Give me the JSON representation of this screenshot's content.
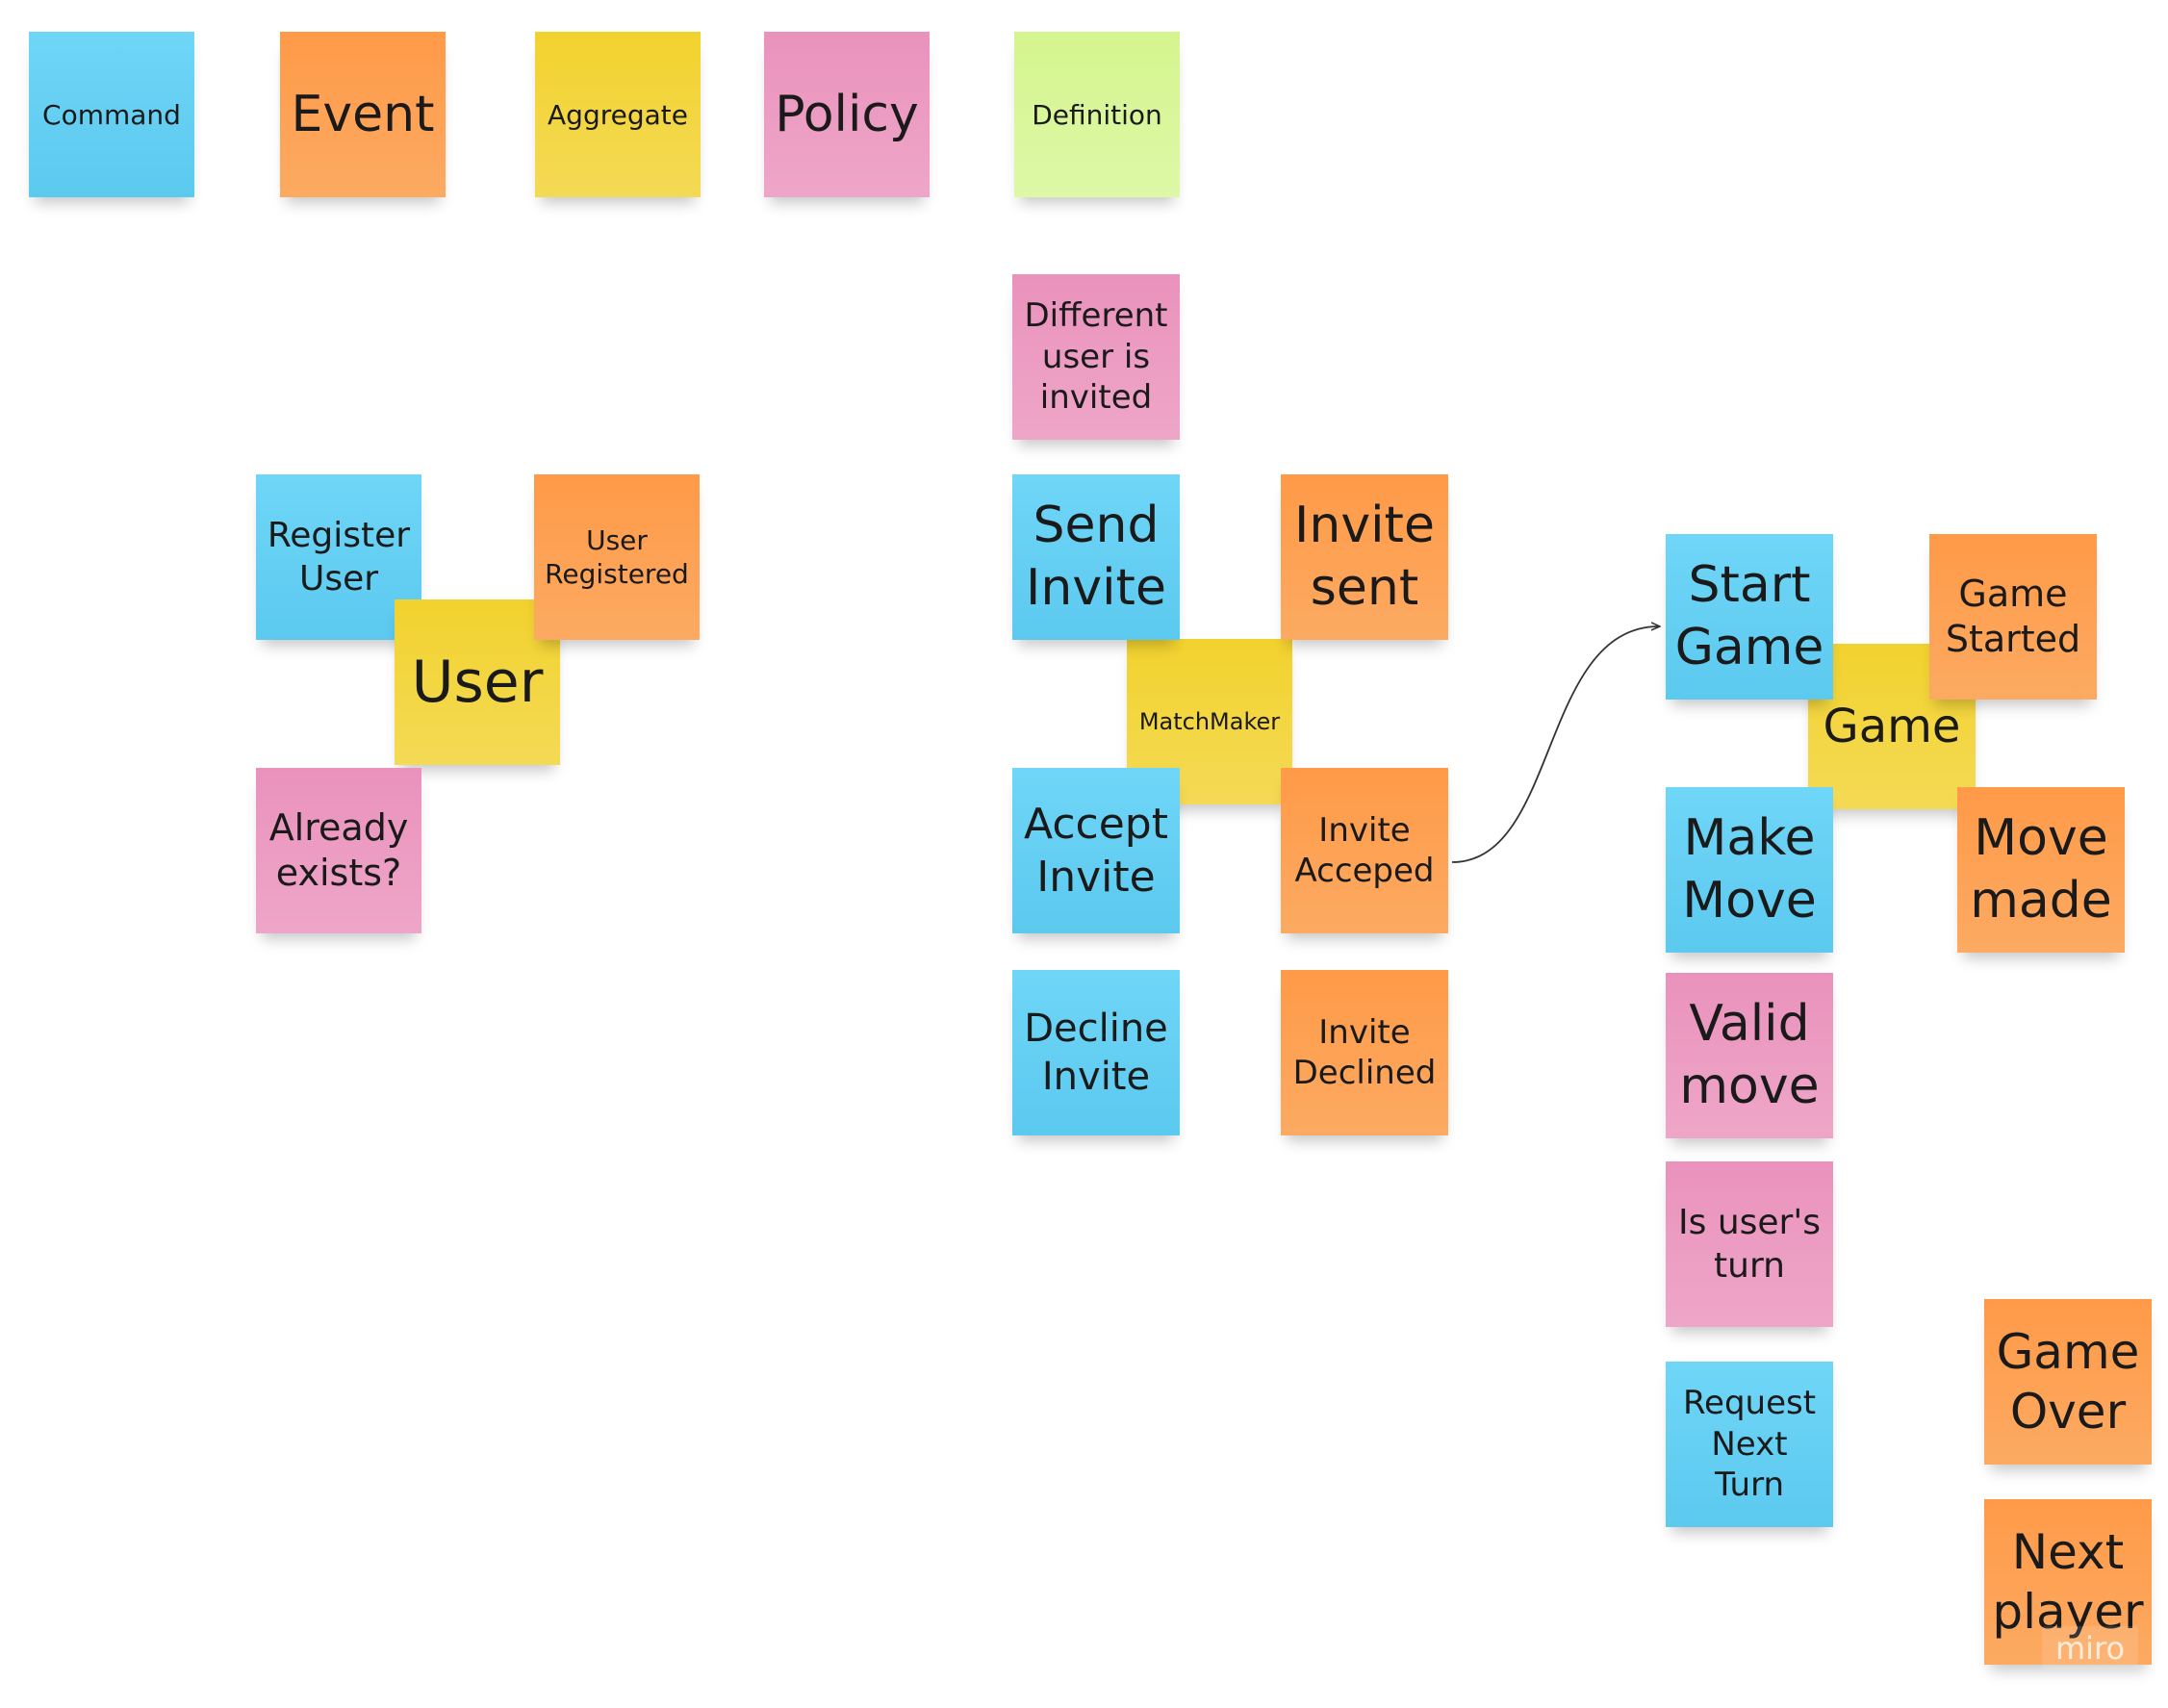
{
  "legend": {
    "command": "Command",
    "event": "Event",
    "aggregate": "Aggregate",
    "policy": "Policy",
    "definition": "Definition"
  },
  "user_group": {
    "register_user": "Register\nUser",
    "user_registered": "User\nRegistered",
    "user": "User",
    "already_exists": "Already\nexists?"
  },
  "matchmaker_group": {
    "different_user_invited": "Different\nuser is\ninvited",
    "send_invite": "Send\nInvite",
    "invite_sent": "Invite\nsent",
    "matchmaker": "MatchMaker",
    "accept_invite": "Accept\nInvite",
    "invite_accepted": "Invite\nAcceped",
    "decline_invite": "Decline\nInvite",
    "invite_declined": "Invite\nDeclined"
  },
  "game_group": {
    "start_game": "Start\nGame",
    "game_started": "Game\nStarted",
    "game": "Game",
    "make_move": "Make\nMove",
    "move_made": "Move\nmade",
    "valid_move": "Valid\nmove",
    "is_users_turn": "Is user's\nturn",
    "request_next_turn": "Request\nNext\nTurn",
    "game_over": "Game\nOver",
    "next_player": "Next\nplayer"
  },
  "watermark": "miro",
  "colors": {
    "command": "#5cc9ef",
    "event": "#fca354",
    "aggregate": "#f3d63f",
    "policy": "#ec9dc2",
    "definition": "#d9f79a"
  }
}
